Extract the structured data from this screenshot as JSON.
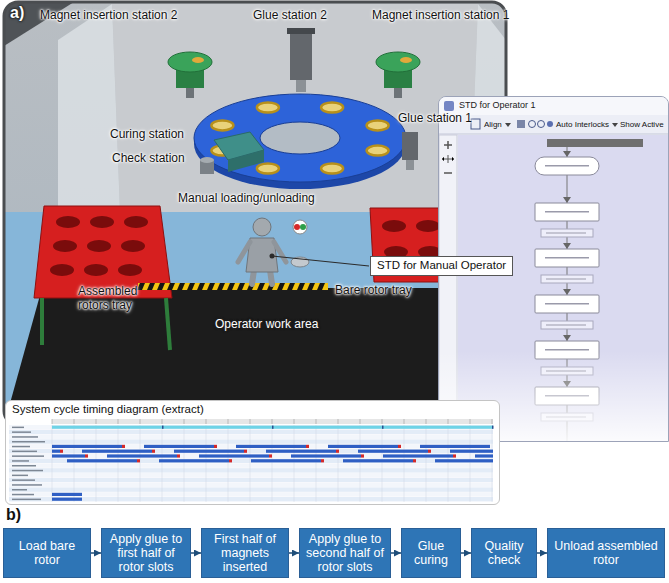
{
  "diagram": {
    "nodes": [
      {
        "text": [
          "STD for Operator 1"
        ]
      },
      {
        "text": [
          "STD for Manual Operator"
        ]
      },
      {
        "text": [
          "System cycle timing diagram (extract)"
        ]
      },
      {
        "text": [
          "Load bare rotor"
        ]
      },
      {
        "text": [
          "Apply glue to first half of rotor slots"
        ]
      },
      {
        "text": [
          "First half of magnets inserted"
        ]
      },
      {
        "text": [
          "Apply glue to second half of rotor slots"
        ]
      },
      {
        "text": [
          "Glue curing"
        ]
      },
      {
        "text": [
          "Quality check"
        ]
      },
      {
        "text": [
          "Unload assembled rotor"
        ]
      }
    ],
    "edges": [
      {
        "from": 3,
        "to": 4,
        "arrow": "to"
      },
      {
        "from": 4,
        "to": 5,
        "arrow": "to"
      },
      {
        "from": 5,
        "to": 6,
        "arrow": "to"
      },
      {
        "from": 6,
        "to": 7,
        "arrow": "to"
      },
      {
        "from": 7,
        "to": 8,
        "arrow": "to"
      },
      {
        "from": 8,
        "to": 9,
        "arrow": "to"
      }
    ],
    "labels": [
      "a)",
      "Magnet insertion station 2",
      "Glue station 2",
      "Magnet insertion station 1",
      "Glue station 1",
      "Curing station",
      "Check station",
      "Manual loading/unloading",
      "Assembled rotors tray",
      "Bare rotor tray",
      "Operator work area",
      "Align",
      "Auto Interlocks",
      "Show Active",
      "b)"
    ]
  }
}
